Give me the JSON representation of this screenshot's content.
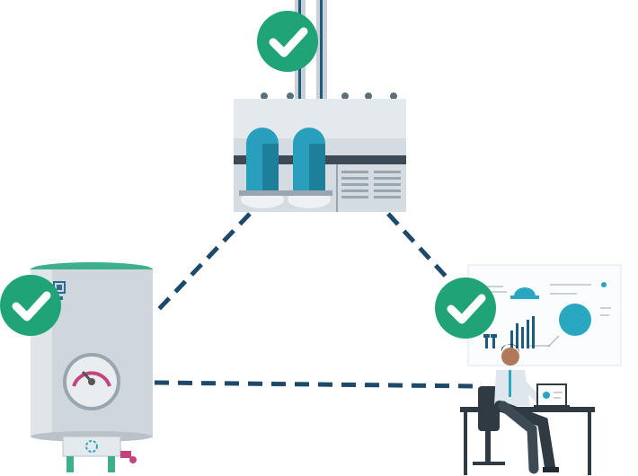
{
  "nodes": [
    {
      "id": "factory",
      "kind": "industrial-plant",
      "status": "verified"
    },
    {
      "id": "tank",
      "kind": "boiler-tank-with-pressure-gauge",
      "status": "verified"
    },
    {
      "id": "workstation",
      "kind": "operator-at-laptop-with-dashboard",
      "status": "verified"
    }
  ],
  "links": [
    {
      "from": "factory",
      "to": "tank",
      "style": "dashed"
    },
    {
      "from": "factory",
      "to": "workstation",
      "style": "dashed"
    },
    {
      "from": "tank",
      "to": "workstation",
      "style": "dashed"
    }
  ],
  "colors": {
    "check_badge": "#1fa377",
    "link": "#1d4a6b",
    "accent_teal": "#2aa7c0",
    "gauge_pink": "#c2447e",
    "machine_gray": "#cfd6dc",
    "tank_top": "#3db08b"
  },
  "icons": [
    "check-icon",
    "gauge-icon",
    "hard-hat-icon",
    "bar-chart-icon",
    "pie-chart-icon"
  ]
}
